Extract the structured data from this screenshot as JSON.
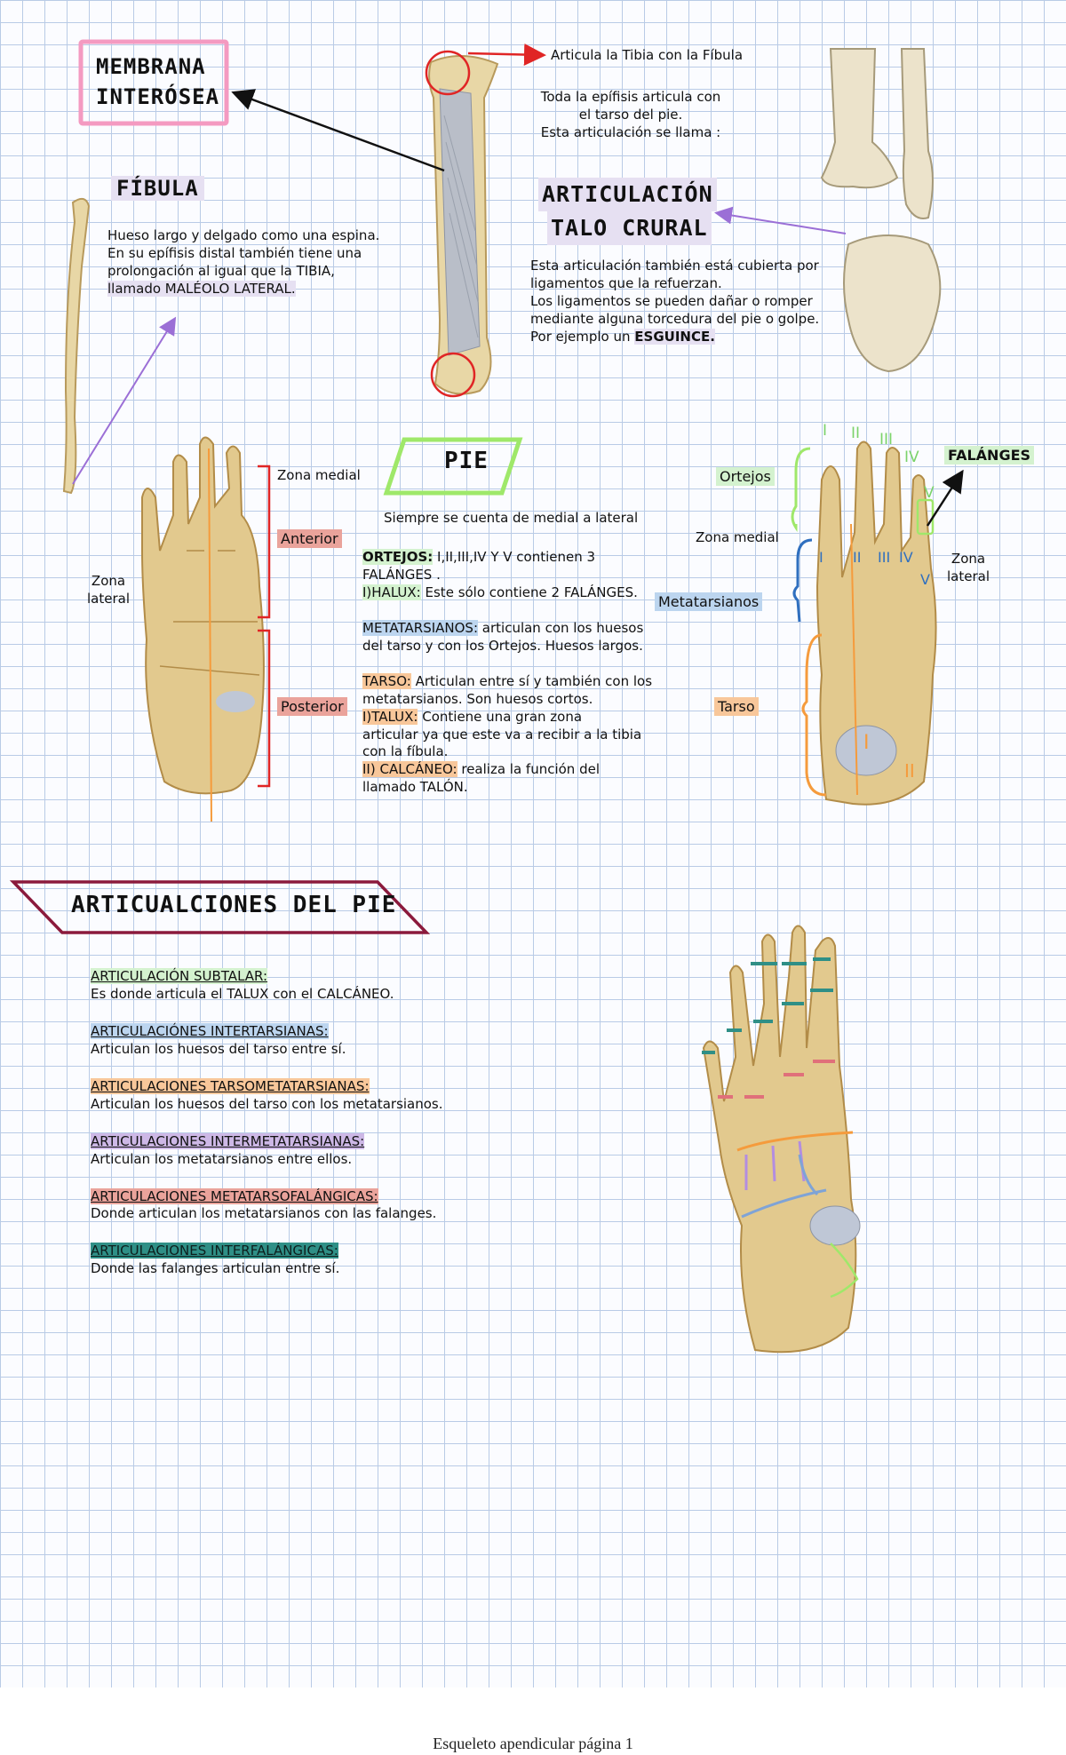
{
  "membrana": {
    "line1": "MEMBRANA",
    "line2": "INTERÓSEA"
  },
  "fibula": {
    "title": "FÍBULA",
    "desc_1": "Hueso largo y delgado como una espina.",
    "desc_2": "En su epífisis distal también tiene una",
    "desc_3": "prolongación al igual que la TIBIA,",
    "desc_4": "llamado MALÉOLO LATERAL."
  },
  "tibia_note": {
    "articula": "Articula la Tibia con la Fíbula",
    "line1": "Toda la epífisis articula con",
    "line2": "el tarso del pie.",
    "line3": "Esta articulación se llama :"
  },
  "talo": {
    "title1": "ARTICULACIÓN",
    "title2": "TALO CRURAL",
    "desc_1": "Esta articulación también está cubierta por",
    "desc_2": "ligamentos que la refuerzan.",
    "desc_3": "Los ligamentos se pueden dañar o romper",
    "desc_4": "mediante alguna torcedura del pie o golpe.",
    "desc_5": "Por ejemplo un ",
    "desc_bold": "ESGUINCE."
  },
  "foot_left": {
    "zona_medial": "Zona medial",
    "anterior": "Anterior",
    "posterior": "Posterior",
    "zona_lateral_1": "Zona",
    "zona_lateral_2": "lateral"
  },
  "pie": {
    "title": "PIE",
    "intro": "Siempre se cuenta de medial a lateral",
    "ortejos_head": "ORTEJOS:",
    "ortejos_text": " I,II,III,IV Y V contienen 3",
    "ortejos_text2": "FALÁNGES .",
    "halux_head": "I)HALUX:",
    "halux_text": " Este sólo contiene 2 FALÁNGES.",
    "meta_head": "METATARSIANOS:",
    "meta_text": " articulan con los huesos",
    "meta_text2": "del tarso y con los Ortejos. Huesos largos.",
    "tarso_head": "TARSO:",
    "tarso_text": " Articulan entre sí y también con los",
    "tarso_text2": "metatarsianos. Son huesos cortos.",
    "talux_head": "I)TALUX:",
    "talux_text": " Contiene una gran zona",
    "talux_text2": "articular ya que este va a recibir a la tibia",
    "talux_text3": "con la fíbula.",
    "calc_head": "II) CALCÁNEO:",
    "calc_text": " realiza la función del",
    "calc_text2": "llamado TALÓN."
  },
  "foot_right": {
    "falanges": "FALÁNGES",
    "ortejos": "Ortejos",
    "zona_medial": "Zona medial",
    "metatarsianos": "Metatarsianos",
    "tarso": "Tarso",
    "zona_lateral_1": "Zona",
    "zona_lateral_2": "lateral",
    "roman_I": "I",
    "roman_II": "II",
    "roman_III": "III",
    "roman_IV": "IV",
    "roman_V": "V"
  },
  "articulaciones": {
    "title": "ARTICUALCIONES DEL PIE",
    "items": [
      {
        "head": "ARTICULACIÓN SUBTALAR:",
        "text": "Es donde articula el TALUX con el CALCÁNEO.",
        "color": "#d4f2cf"
      },
      {
        "head": "ARTICULACIÓNES INTERTARSIANAS:",
        "text": "Articulan los huesos del tarso entre sí.",
        "color": "#bcd5ef"
      },
      {
        "head": "ARTICULACIONES TARSOMETATARSIANAS:",
        "text": "Articulan los huesos del tarso con los metatarsianos.",
        "color": "#f8c79a"
      },
      {
        "head": "ARTICULACIONES INTERMETATARSIANAS:",
        "text": "Articulan los metatarsianos entre ellos.",
        "color": "#cdb8e6"
      },
      {
        "head": "ARTICULACIONES METATARSOFALÁNGICAS:",
        "text": "Donde articulan los metatarsianos con las falanges.",
        "color": "#eaa39b"
      },
      {
        "head": "ARTICULACIONES INTERFALÁNGICAS:",
        "text": "Donde las falanges articulan entre sí.",
        "color": "#2f8f86"
      }
    ]
  },
  "footer": "Esqueleto apendicular página 1",
  "colors": {
    "bone": "#e8d7a6",
    "bone_dark": "#b89a5c",
    "pink_border": "#f49ac1",
    "green_border": "#9fe86a",
    "maroon_border": "#8b1a3c"
  }
}
